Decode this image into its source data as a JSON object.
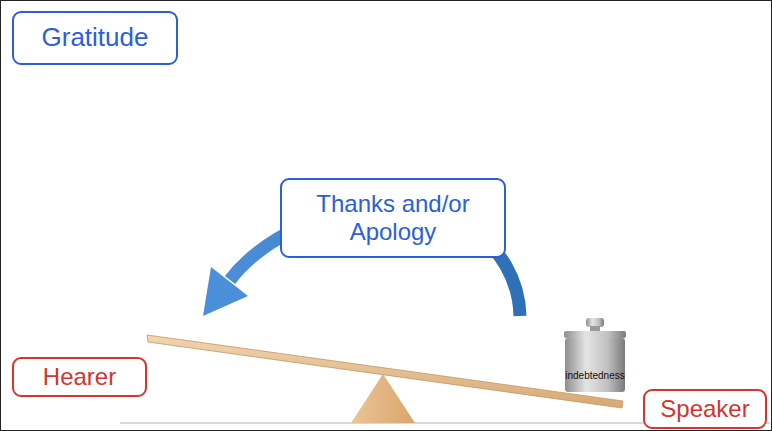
{
  "diagram": {
    "nodes": [
      {
        "text": [
          "Gratitude"
        ]
      },
      {
        "text": [
          "Thanks and/or Apology"
        ]
      },
      {
        "text": [
          "Hearer"
        ]
      },
      {
        "text": [
          "indebtedness"
        ]
      },
      {
        "text": [
          "Speaker"
        ]
      }
    ]
  }
}
